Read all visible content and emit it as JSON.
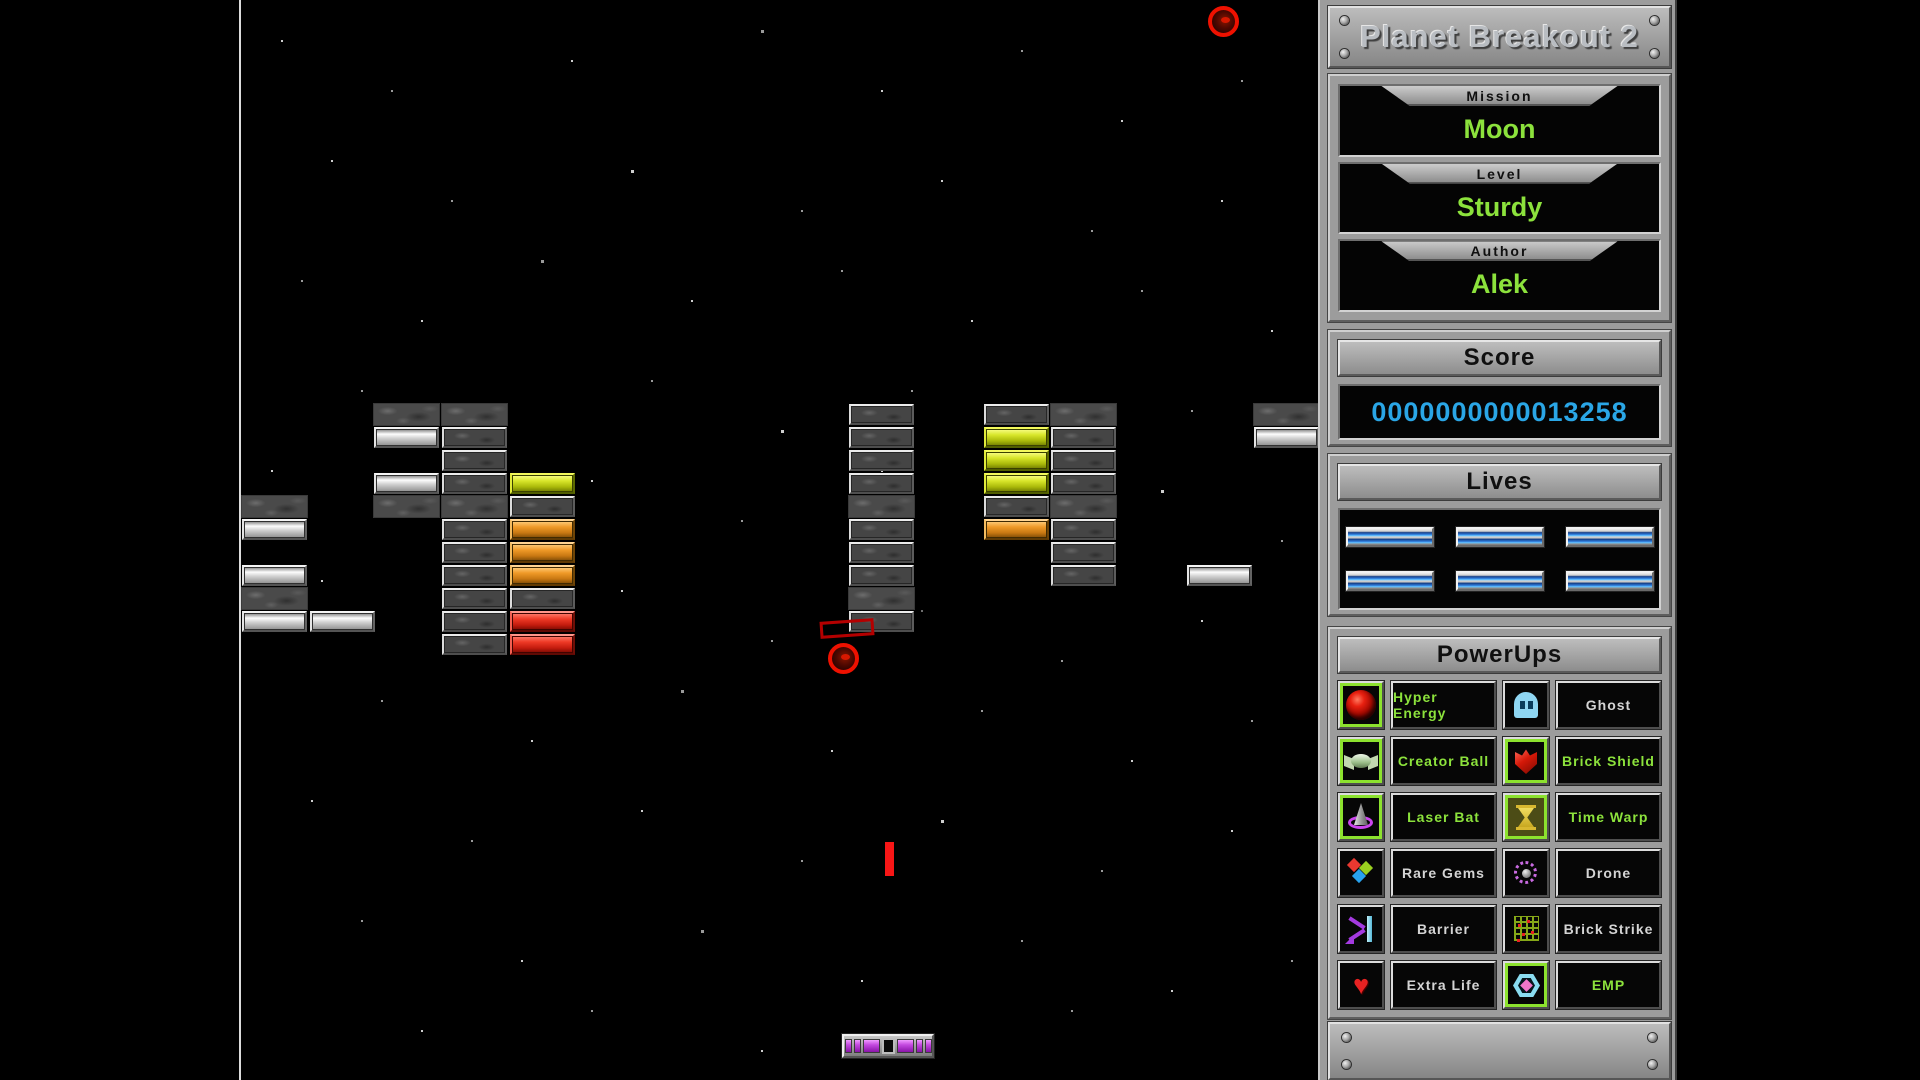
{
  "title": "Planet Breakout 2",
  "info": [
    {
      "label": "Mission",
      "value": "Moon"
    },
    {
      "label": "Level",
      "value": "Sturdy"
    },
    {
      "label": "Author",
      "value": "Alek"
    }
  ],
  "score": {
    "label": "Score",
    "value": "0000000000013258"
  },
  "lives": {
    "label": "Lives",
    "count": 6
  },
  "powerups": {
    "label": "PowerUps",
    "items": [
      {
        "name": "Hyper Energy",
        "icon": "hyper-energy",
        "active": true
      },
      {
        "name": "Ghost",
        "icon": "ghost",
        "active": false
      },
      {
        "name": "Creator Ball",
        "icon": "creator-ball",
        "active": true
      },
      {
        "name": "Brick Shield",
        "icon": "brick-shield",
        "active": true
      },
      {
        "name": "Laser Bat",
        "icon": "laser-bat",
        "active": true
      },
      {
        "name": "Time Warp",
        "icon": "time-warp",
        "active": true
      },
      {
        "name": "Rare Gems",
        "icon": "rare-gems",
        "active": false
      },
      {
        "name": "Drone",
        "icon": "drone",
        "active": false
      },
      {
        "name": "Barrier",
        "icon": "barrier",
        "active": false
      },
      {
        "name": "Brick Strike",
        "icon": "brick-strike",
        "active": false
      },
      {
        "name": "Extra Life",
        "icon": "extra-life",
        "active": false
      },
      {
        "name": "EMP",
        "icon": "emp",
        "active": true
      }
    ]
  },
  "colors": {
    "accent_green": "#8ce23c",
    "score_cyan": "#2aa6e6",
    "panel_gray": "#9c9c9c",
    "brick_yellow": "#c5d41a",
    "brick_orange": "#d98a1e",
    "brick_red": "#d83020",
    "paddle_purple": "#b83ad0",
    "ball_red": "#ee1100",
    "star_shades": [
      "#ffffff",
      "#cfcfcf",
      "#9a9a9a",
      "#6f6f6f"
    ]
  },
  "game": {
    "bricks": [
      [
        0,
        495,
        "stone"
      ],
      [
        0,
        518,
        "silver"
      ],
      [
        0,
        564,
        "silver"
      ],
      [
        0,
        587,
        "stone"
      ],
      [
        0,
        610,
        "silver"
      ],
      [
        68,
        610,
        "silver"
      ],
      [
        132,
        403,
        "stone"
      ],
      [
        200,
        403,
        "stone"
      ],
      [
        132,
        426,
        "silver"
      ],
      [
        200,
        426,
        "fstone"
      ],
      [
        200,
        449,
        "fstone"
      ],
      [
        132,
        472,
        "silver"
      ],
      [
        200,
        472,
        "fstone"
      ],
      [
        268,
        472,
        "yellow"
      ],
      [
        132,
        495,
        "stone"
      ],
      [
        200,
        495,
        "stone"
      ],
      [
        268,
        495,
        "fstone"
      ],
      [
        200,
        518,
        "fstone"
      ],
      [
        268,
        518,
        "orange"
      ],
      [
        200,
        541,
        "fstone"
      ],
      [
        268,
        541,
        "orange"
      ],
      [
        200,
        564,
        "fstone"
      ],
      [
        268,
        564,
        "orange"
      ],
      [
        200,
        587,
        "fstone"
      ],
      [
        268,
        587,
        "fstone"
      ],
      [
        200,
        610,
        "fstone"
      ],
      [
        268,
        610,
        "red"
      ],
      [
        200,
        633,
        "fstone"
      ],
      [
        268,
        633,
        "red"
      ],
      [
        607,
        403,
        "fstone"
      ],
      [
        607,
        426,
        "fstone"
      ],
      [
        607,
        449,
        "fstone"
      ],
      [
        607,
        472,
        "fstone"
      ],
      [
        607,
        495,
        "stone"
      ],
      [
        607,
        518,
        "fstone"
      ],
      [
        607,
        541,
        "fstone"
      ],
      [
        607,
        564,
        "fstone"
      ],
      [
        607,
        587,
        "stone"
      ],
      [
        607,
        610,
        "fstone"
      ],
      [
        742,
        403,
        "fstone"
      ],
      [
        809,
        403,
        "stone"
      ],
      [
        742,
        426,
        "yellow"
      ],
      [
        809,
        426,
        "fstone"
      ],
      [
        742,
        449,
        "yellow"
      ],
      [
        809,
        449,
        "fstone"
      ],
      [
        742,
        472,
        "yellow"
      ],
      [
        809,
        472,
        "fstone"
      ],
      [
        742,
        495,
        "fstone"
      ],
      [
        809,
        495,
        "stone"
      ],
      [
        742,
        518,
        "orange"
      ],
      [
        809,
        518,
        "fstone"
      ],
      [
        809,
        541,
        "fstone"
      ],
      [
        809,
        564,
        "fstone"
      ],
      [
        1012,
        403,
        "stone"
      ],
      [
        1012,
        426,
        "silver"
      ],
      [
        945,
        564,
        "silver"
      ]
    ],
    "balls": [
      [
        967,
        6
      ],
      [
        587,
        643
      ]
    ],
    "ghost_brick": [
      579,
      620
    ],
    "laser": [
      644,
      842
    ],
    "paddle": [
      601,
      1034
    ],
    "stars": [
      [
        40,
        40,
        2,
        1
      ],
      [
        150,
        90,
        2,
        2
      ],
      [
        330,
        60,
        2,
        1
      ],
      [
        520,
        30,
        3,
        2
      ],
      [
        640,
        90,
        2,
        1
      ],
      [
        780,
        50,
        2,
        2
      ],
      [
        880,
        120,
        2,
        1
      ],
      [
        1000,
        80,
        2,
        2
      ],
      [
        90,
        160,
        2,
        1
      ],
      [
        210,
        200,
        2,
        2
      ],
      [
        390,
        170,
        3,
        1
      ],
      [
        560,
        210,
        2,
        2
      ],
      [
        700,
        180,
        2,
        1
      ],
      [
        850,
        230,
        2,
        2
      ],
      [
        980,
        200,
        2,
        1
      ],
      [
        60,
        280,
        2,
        2
      ],
      [
        180,
        320,
        2,
        1
      ],
      [
        300,
        260,
        3,
        2
      ],
      [
        450,
        300,
        2,
        1
      ],
      [
        600,
        270,
        2,
        2
      ],
      [
        730,
        320,
        2,
        1
      ],
      [
        900,
        290,
        2,
        2
      ],
      [
        1030,
        330,
        2,
        1
      ],
      [
        120,
        390,
        2,
        2
      ],
      [
        260,
        420,
        2,
        1
      ],
      [
        410,
        380,
        2,
        2
      ],
      [
        540,
        430,
        3,
        1
      ],
      [
        670,
        390,
        2,
        2
      ],
      [
        800,
        440,
        2,
        1
      ],
      [
        950,
        410,
        2,
        2
      ],
      [
        30,
        470,
        2,
        1
      ],
      [
        160,
        510,
        2,
        2
      ],
      [
        350,
        480,
        2,
        1
      ],
      [
        500,
        520,
        2,
        2
      ],
      [
        640,
        470,
        2,
        1
      ],
      [
        760,
        530,
        2,
        2
      ],
      [
        920,
        490,
        3,
        1
      ],
      [
        1040,
        540,
        2,
        2
      ],
      [
        80,
        580,
        2,
        1
      ],
      [
        220,
        620,
        2,
        2
      ],
      [
        380,
        590,
        2,
        1
      ],
      [
        530,
        640,
        2,
        2
      ],
      [
        680,
        610,
        2,
        3
      ],
      [
        820,
        660,
        2,
        2
      ],
      [
        960,
        620,
        2,
        1
      ],
      [
        140,
        700,
        2,
        2
      ],
      [
        290,
        740,
        2,
        1
      ],
      [
        440,
        690,
        3,
        2
      ],
      [
        590,
        750,
        2,
        1
      ],
      [
        740,
        710,
        2,
        2
      ],
      [
        890,
        760,
        2,
        1
      ],
      [
        1010,
        720,
        2,
        2
      ],
      [
        70,
        800,
        2,
        1
      ],
      [
        230,
        840,
        2,
        2
      ],
      [
        400,
        810,
        2,
        1
      ],
      [
        560,
        860,
        2,
        2
      ],
      [
        700,
        820,
        3,
        1
      ],
      [
        860,
        870,
        2,
        2
      ],
      [
        990,
        830,
        2,
        1
      ],
      [
        120,
        920,
        2,
        2
      ],
      [
        280,
        960,
        2,
        1
      ],
      [
        460,
        930,
        3,
        2
      ],
      [
        620,
        980,
        2,
        1
      ],
      [
        780,
        940,
        2,
        2
      ],
      [
        930,
        990,
        2,
        1
      ],
      [
        1050,
        960,
        2,
        2
      ],
      [
        180,
        1030,
        2,
        1
      ],
      [
        350,
        1010,
        2,
        2
      ],
      [
        520,
        1050,
        2,
        1
      ],
      [
        830,
        1010,
        2,
        2
      ]
    ]
  }
}
